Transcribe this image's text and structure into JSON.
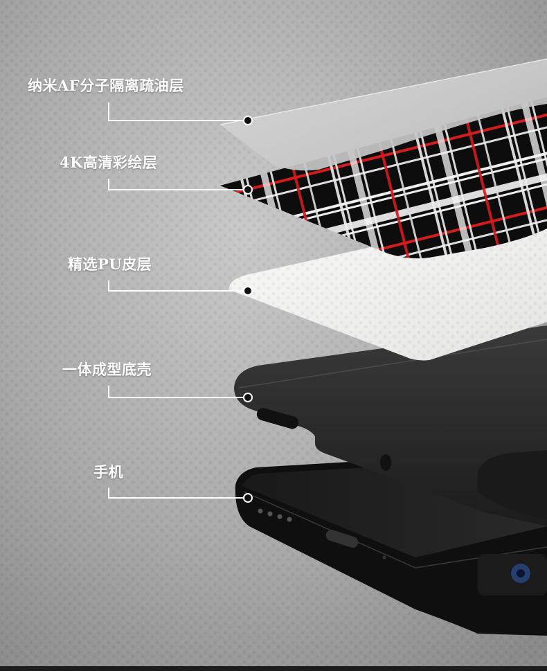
{
  "layers": [
    {
      "id": "af",
      "label": "纳米AF分子隔离疏油层"
    },
    {
      "id": "print",
      "label": "4K高清彩绘层"
    },
    {
      "id": "pu",
      "label": "精选PU皮层"
    },
    {
      "id": "shell",
      "label": "一体成型底壳"
    },
    {
      "id": "phone",
      "label": "手机"
    }
  ],
  "colors": {
    "background": "#a9a9a9",
    "plaid_base": "#0d0d0d",
    "plaid_accent": "#d31c1c",
    "leather_white": "#f2f2f0",
    "shell_dark": "#2b2b2b"
  }
}
